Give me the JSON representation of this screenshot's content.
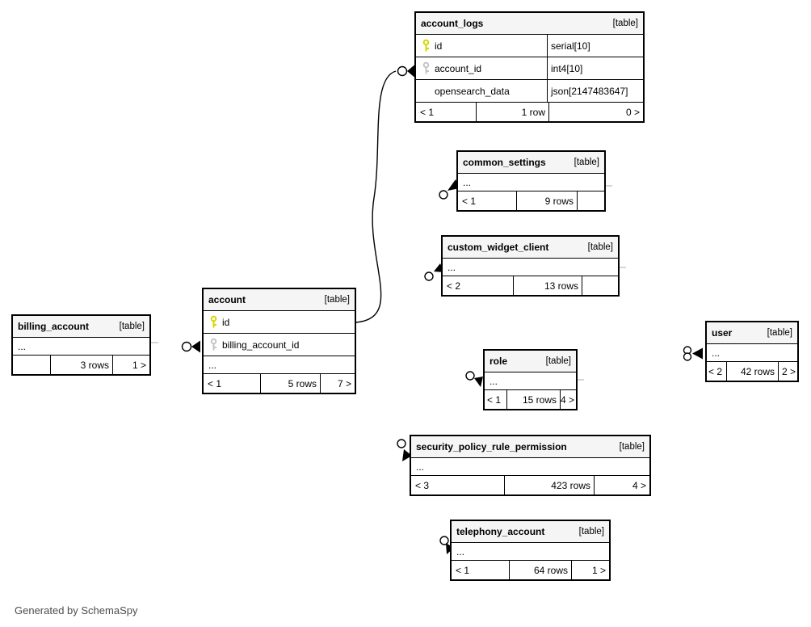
{
  "diagram": {
    "generator_note": "Generated by SchemaSpy"
  },
  "colors": {
    "primary_key": "#d6d600",
    "foreign_key": "#c4c4c4",
    "header_bg": "#f5f5f5",
    "border": "#000000",
    "note_text": "#4d4d4d"
  },
  "icons": {
    "primary_key": "key-icon-yellow",
    "foreign_key": "key-icon-gray"
  },
  "tables": [
    {
      "name": "account_logs",
      "type_label": "[table]",
      "columns": [
        {
          "name": "id",
          "type": "serial[10]",
          "key": "primary"
        },
        {
          "name": "account_id",
          "type": "int4[10]",
          "key": "foreign"
        },
        {
          "name": "opensearch_data",
          "type": "json[2147483647]",
          "key": "none"
        }
      ],
      "footer": {
        "left": "< 1",
        "center": "1 row",
        "right": "0 >"
      }
    },
    {
      "name": "common_settings",
      "type_label": "[table]",
      "ellipsis": "...",
      "footer": {
        "left": "< 1",
        "center": "9 rows",
        "right": ""
      }
    },
    {
      "name": "custom_widget_client",
      "type_label": "[table]",
      "ellipsis": "...",
      "footer": {
        "left": "< 2",
        "center": "13 rows",
        "right": ""
      }
    },
    {
      "name": "account",
      "type_label": "[table]",
      "columns": [
        {
          "name": "id",
          "key": "primary"
        },
        {
          "name": "billing_account_id",
          "key": "foreign"
        }
      ],
      "ellipsis": "...",
      "footer": {
        "left": "< 1",
        "center": "5 rows",
        "right": "7 >"
      }
    },
    {
      "name": "billing_account",
      "type_label": "[table]",
      "ellipsis": "...",
      "footer": {
        "left": "",
        "center": "3 rows",
        "right": "1 >"
      }
    },
    {
      "name": "user",
      "type_label": "[table]",
      "ellipsis": "...",
      "footer": {
        "left": "< 2",
        "center": "42 rows",
        "right": "2 >"
      }
    },
    {
      "name": "role",
      "type_label": "[table]",
      "ellipsis": "...",
      "footer": {
        "left": "< 1",
        "center": "15 rows",
        "right": "4 >"
      }
    },
    {
      "name": "security_policy_rule_permission",
      "type_label": "[table]",
      "ellipsis": "...",
      "footer": {
        "left": "< 3",
        "center": "423 rows",
        "right": "4 >"
      }
    },
    {
      "name": "telephony_account",
      "type_label": "[table]",
      "ellipsis": "...",
      "footer": {
        "left": "< 1",
        "center": "64 rows",
        "right": "1 >"
      }
    }
  ]
}
